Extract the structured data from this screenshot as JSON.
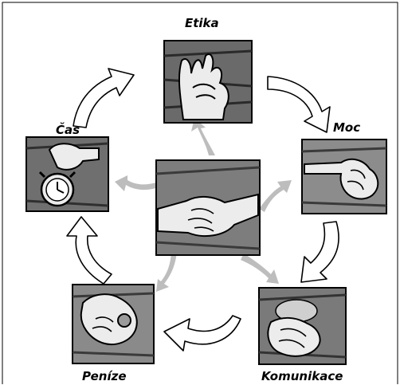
{
  "diagram": {
    "nodes": {
      "top": {
        "label": "Etika"
      },
      "right": {
        "label": "Moc"
      },
      "bottom_right": {
        "label": "Komunikace"
      },
      "bottom_left": {
        "label": "Peníze"
      },
      "left": {
        "label": "Čas"
      }
    },
    "center": {
      "icon": "handshake-icon"
    },
    "icons": {
      "top": "raised-fists-icon",
      "right": "pointing-hand-icon",
      "bottom_right": "clasped-hands-icon",
      "bottom_left": "hand-holding-coin-icon",
      "left": "hand-alarm-clock-icon"
    }
  }
}
